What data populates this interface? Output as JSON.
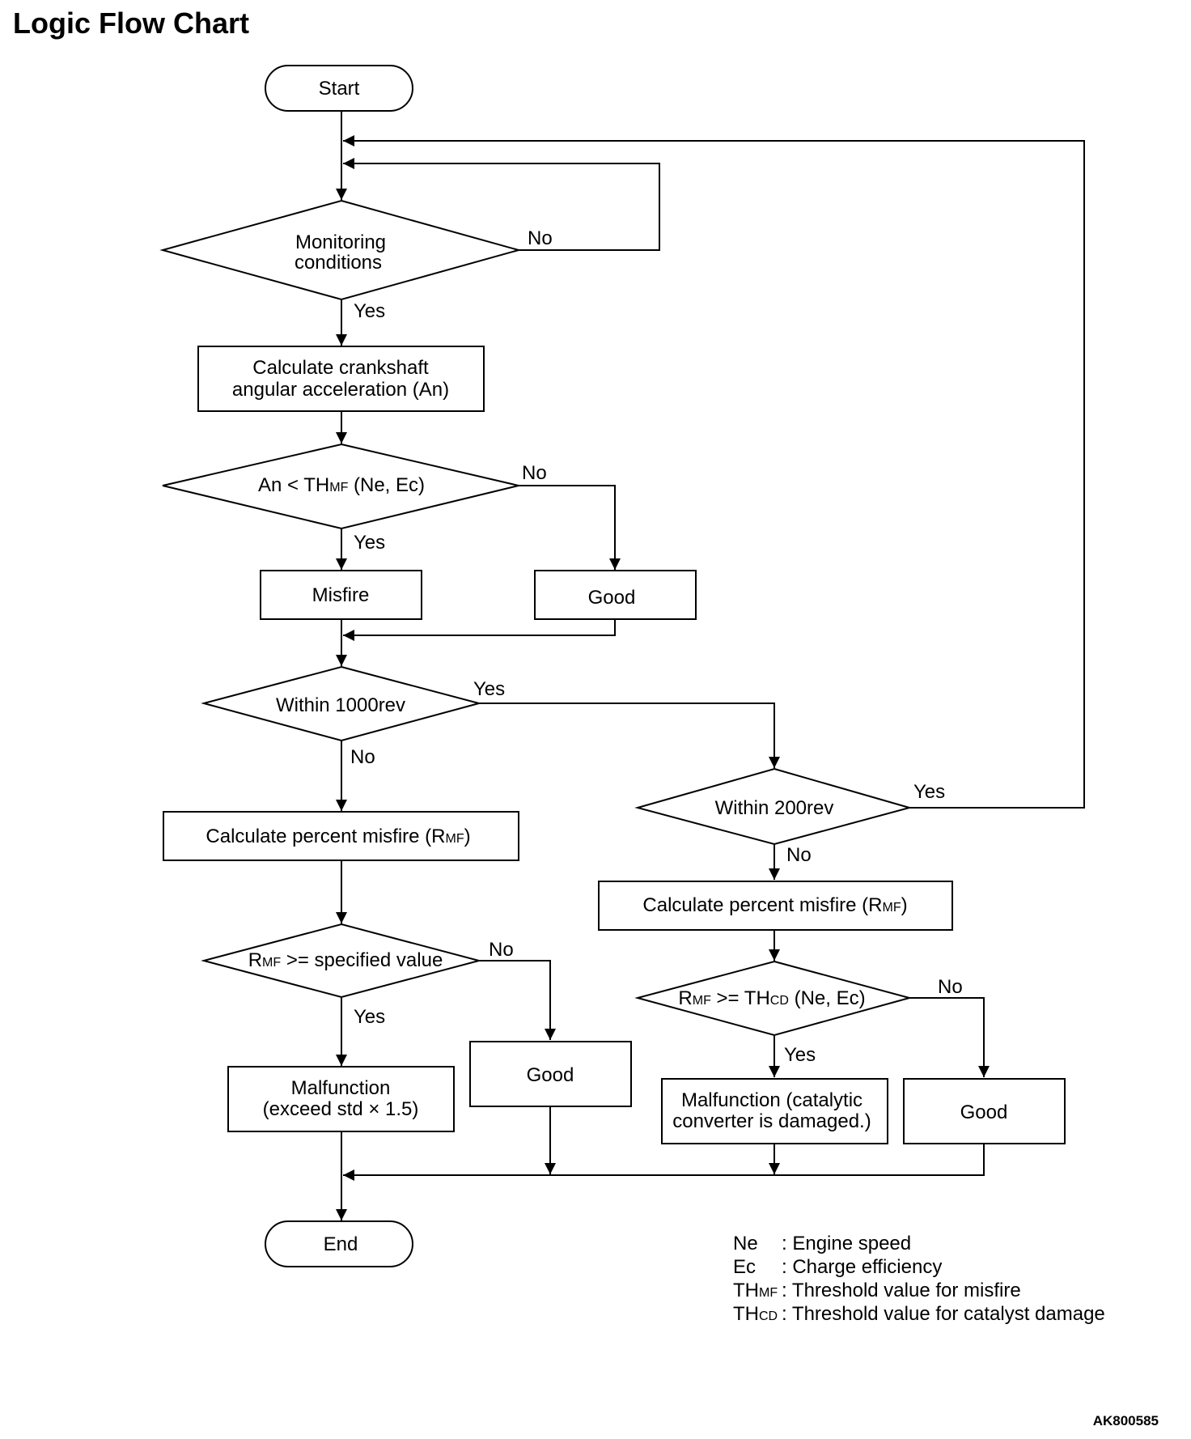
{
  "title": "Logic Flow Chart",
  "doc_code": "AK800585",
  "nodes": {
    "start": "Start",
    "monitoring_line1": "Monitoring",
    "monitoring_line2": "conditions",
    "calc_accel_line1": "Calculate crankshaft",
    "calc_accel_line2": "angular acceleration (An)",
    "threshold_pre": "An < TH",
    "threshold_sub": "MF",
    "threshold_post": " (Ne, Ec)",
    "misfire": "Misfire",
    "good": "Good",
    "within1000": "Within 1000rev",
    "within200": "Within 200rev",
    "calc_pct_pre": "Calculate percent misfire (R",
    "calc_pct_sub": "MF",
    "calc_pct_post": ")",
    "rmf_r": "R",
    "rmf_sub": "MF",
    "rmf_spec_post": " >= specified value",
    "rmf_thcd_mid": " >= TH",
    "rmf_thcd_sub": "CD",
    "rmf_thcd_post": " (Ne, Ec)",
    "malf_std_line1": "Malfunction",
    "malf_std_line2": "(exceed std × 1.5)",
    "malf_cat_line1": "Malfunction (catalytic",
    "malf_cat_line2": "converter is damaged.)",
    "end": "End"
  },
  "edges": {
    "yes": "Yes",
    "no": "No"
  },
  "legend": [
    {
      "sym": "Ne",
      "sub": "",
      "desc": ": Engine speed"
    },
    {
      "sym": "Ec",
      "sub": "",
      "desc": ": Charge efficiency"
    },
    {
      "sym": "TH",
      "sub": "MF",
      "desc": ": Threshold value for misfire"
    },
    {
      "sym": "TH",
      "sub": "CD",
      "desc": ": Threshold value for catalyst damage"
    }
  ]
}
